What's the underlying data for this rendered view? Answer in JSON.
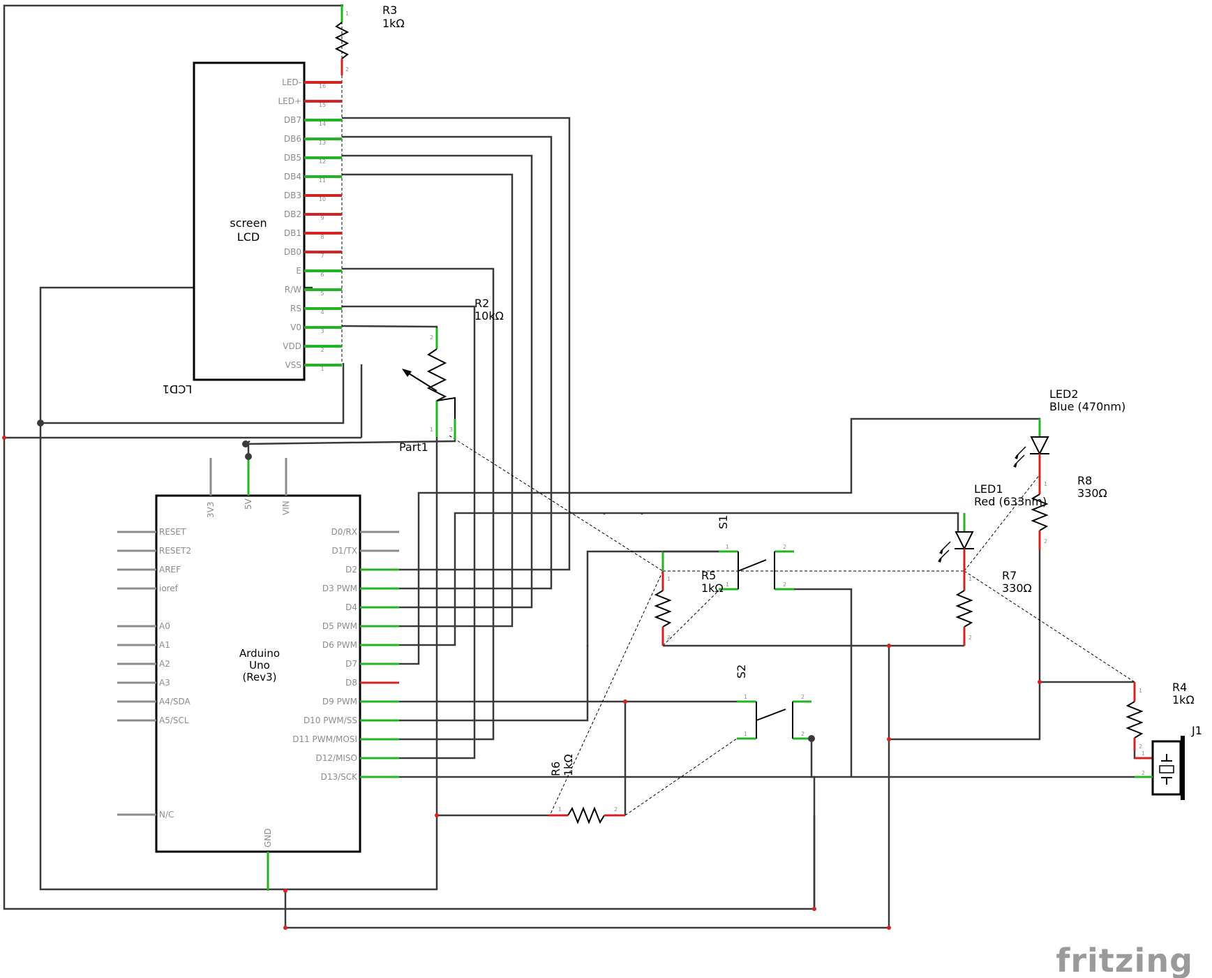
{
  "colors": {
    "wire": "#3a3a3a",
    "pin_connected": "#22b422",
    "pin_unconnected": "#d22323",
    "pin_stub": "#8c8c8c",
    "ratsnest_green": "#22b422",
    "ratsnest_orange": "#c8641e",
    "brand": "#9a9a9a"
  },
  "lcd": {
    "label_line1": "screen",
    "label_line2": "LCD",
    "ref": "LCD1",
    "pins": [
      {
        "name": "LED-",
        "num": "16",
        "connected": false
      },
      {
        "name": "LED+",
        "num": "15",
        "connected": false
      },
      {
        "name": "DB7",
        "num": "14",
        "connected": true
      },
      {
        "name": "DB6",
        "num": "13",
        "connected": true
      },
      {
        "name": "DB5",
        "num": "12",
        "connected": true
      },
      {
        "name": "DB4",
        "num": "11",
        "connected": true
      },
      {
        "name": "DB3",
        "num": "10",
        "connected": false
      },
      {
        "name": "DB2",
        "num": "9",
        "connected": false
      },
      {
        "name": "DB1",
        "num": "8",
        "connected": false
      },
      {
        "name": "DB0",
        "num": "7",
        "connected": false
      },
      {
        "name": "E",
        "num": "6",
        "connected": true
      },
      {
        "name": "R/W",
        "num": "5",
        "connected": true
      },
      {
        "name": "RS",
        "num": "4",
        "connected": true
      },
      {
        "name": "V0",
        "num": "3",
        "connected": true
      },
      {
        "name": "VDD",
        "num": "2",
        "connected": true
      },
      {
        "name": "VSS",
        "num": "1",
        "connected": true
      }
    ]
  },
  "arduino": {
    "label_line1": "Arduino",
    "label_line2": "Uno",
    "label_line3": "(Rev3)",
    "top_pins": [
      "3V3",
      "5V",
      "VIN"
    ],
    "bottom_pin": "GND",
    "left_pins": [
      "RESET",
      "RESET2",
      "AREF",
      "ioref",
      "A0",
      "A1",
      "A2",
      "A3",
      "A4/SDA",
      "A5/SCL",
      "N/C"
    ],
    "right_pins": [
      {
        "name": "D0/RX",
        "state": "stub"
      },
      {
        "name": "D1/TX",
        "state": "stub"
      },
      {
        "name": "D2",
        "state": "connected"
      },
      {
        "name": "D3 PWM",
        "state": "connected"
      },
      {
        "name": "D4",
        "state": "connected"
      },
      {
        "name": "D5 PWM",
        "state": "connected"
      },
      {
        "name": "D6 PWM",
        "state": "connected"
      },
      {
        "name": "D7",
        "state": "connected"
      },
      {
        "name": "D8",
        "state": "unconnected"
      },
      {
        "name": "D9 PWM",
        "state": "connected"
      },
      {
        "name": "D10 PWM/SS",
        "state": "connected"
      },
      {
        "name": "D11 PWM/MOSI",
        "state": "connected"
      },
      {
        "name": "D12/MISO",
        "state": "connected"
      },
      {
        "name": "D13/SCK",
        "state": "connected"
      }
    ]
  },
  "components": {
    "r3": {
      "ref": "R3",
      "value": "1kΩ"
    },
    "r2": {
      "ref": "R2",
      "value": "10kΩ",
      "part": "Part1"
    },
    "r5": {
      "ref": "R5",
      "value": "1kΩ"
    },
    "r6": {
      "ref": "R6",
      "value": "1kΩ"
    },
    "r7": {
      "ref": "R7",
      "value": "330Ω"
    },
    "r8": {
      "ref": "R8",
      "value": "330Ω"
    },
    "r4": {
      "ref": "R4",
      "value": "1kΩ"
    },
    "s1": {
      "ref": "S1"
    },
    "s2": {
      "ref": "S2"
    },
    "led1": {
      "ref": "LED1",
      "value": "Red (633nm)"
    },
    "led2": {
      "ref": "LED2",
      "value": "Blue (470nm)"
    },
    "j1": {
      "ref": "J1"
    }
  },
  "pin_numbers": {
    "one": "1",
    "two": "2",
    "three": "3"
  },
  "brand": "fritzing"
}
